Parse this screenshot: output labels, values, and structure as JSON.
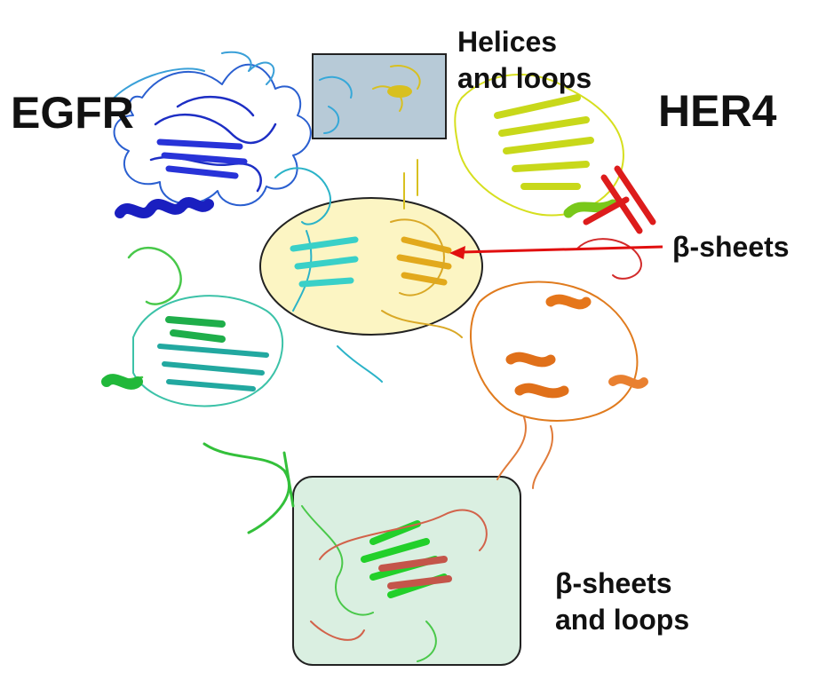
{
  "labels": {
    "egfr": "EGFR",
    "her4": "HER4",
    "helices_loops": [
      "Helices",
      "and loops"
    ],
    "beta_sheets": "β-sheets",
    "beta_sheets_loops": [
      "β-sheets",
      "and loops"
    ]
  },
  "colors": {
    "egfr_domain_1": "#1f2fcf",
    "egfr_domain_2": "#2ab8a8",
    "egfr_domain_3": "#3ec83a",
    "her4_domain_1": "#d6df1f",
    "her4_domain_2": "#e9801f",
    "her4_domain_3": "#d9492a",
    "helices_box": "#9fb8c9",
    "interface_ellipse": "#fbf3b8",
    "bottom_box": "#d4ecdc",
    "arrow": "#e10f0f"
  }
}
